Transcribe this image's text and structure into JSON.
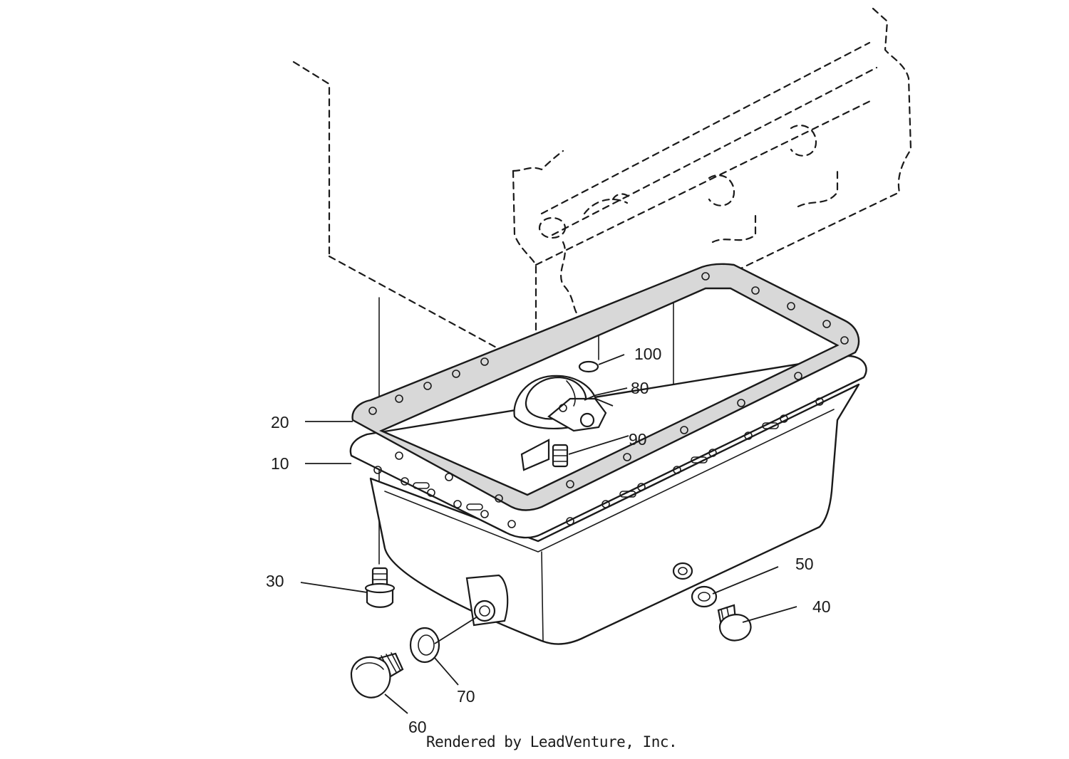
{
  "diagram": {
    "callouts": {
      "c10": "10",
      "c20": "20",
      "c30": "30",
      "c40": "40",
      "c50": "50",
      "c60": "60",
      "c70": "70",
      "c80": "80",
      "c90": "90",
      "c100": "100"
    },
    "credit": "Rendered by LeadVenture, Inc."
  }
}
